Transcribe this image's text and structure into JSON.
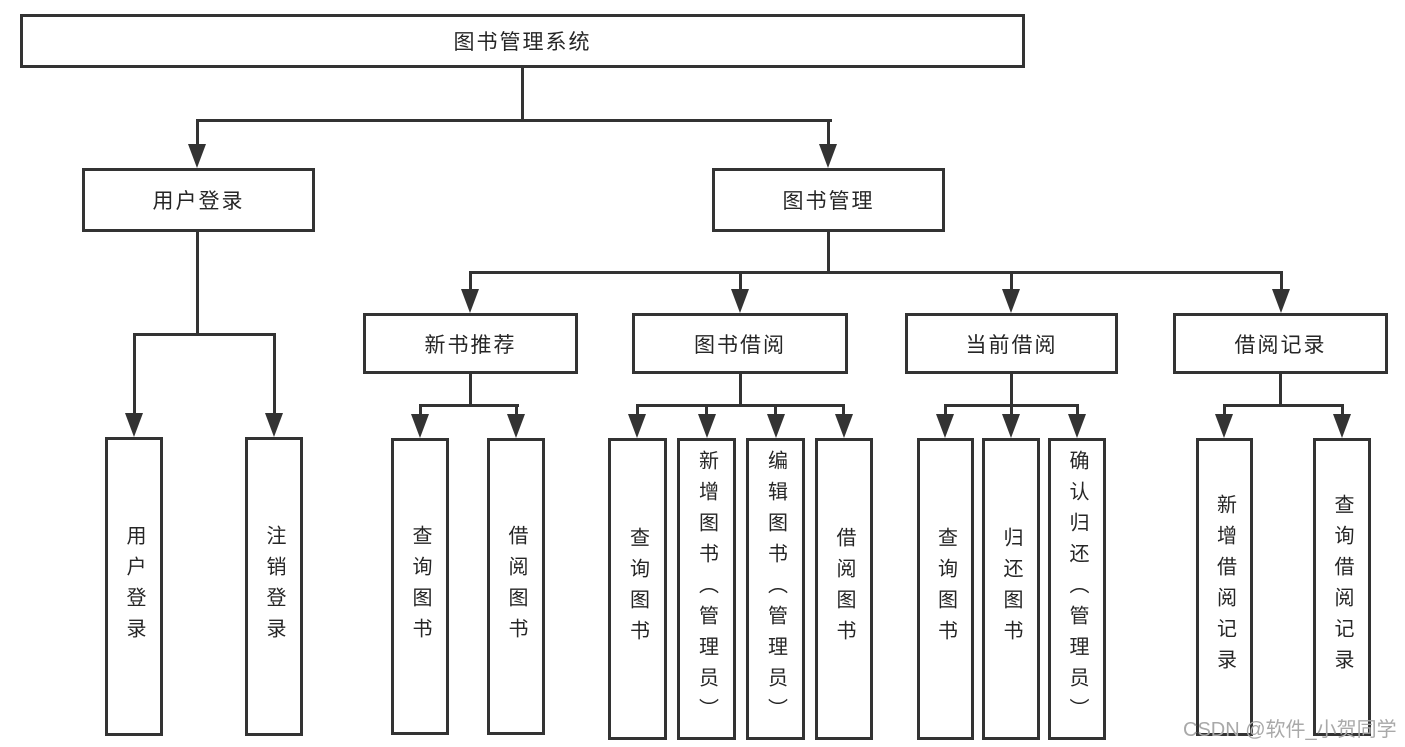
{
  "diagram": {
    "root": {
      "label": "图书管理系统"
    },
    "branches": [
      {
        "label": "用户登录",
        "children": [
          {
            "label": "用户登录"
          },
          {
            "label": "注销登录"
          }
        ]
      },
      {
        "label": "图书管理",
        "children": [
          {
            "label": "新书推荐",
            "children": [
              {
                "label": "查询图书"
              },
              {
                "label": "借阅图书"
              }
            ]
          },
          {
            "label": "图书借阅",
            "children": [
              {
                "label": "查询图书"
              },
              {
                "label": "新增图书（管理员）"
              },
              {
                "label": "编辑图书（管理员）"
              },
              {
                "label": "借阅图书"
              }
            ]
          },
          {
            "label": "当前借阅",
            "children": [
              {
                "label": "查询图书"
              },
              {
                "label": "归还图书"
              },
              {
                "label": "确认归还（管理员）"
              }
            ]
          },
          {
            "label": "借阅记录",
            "children": [
              {
                "label": "新增借阅记录"
              },
              {
                "label": "查询借阅记录"
              }
            ]
          }
        ]
      }
    ],
    "watermark": "CSDN @软件_小贺同学",
    "colors": {
      "line": "#333333",
      "text": "#262626",
      "background": "#ffffff",
      "watermark": "#a9a9a9"
    }
  }
}
